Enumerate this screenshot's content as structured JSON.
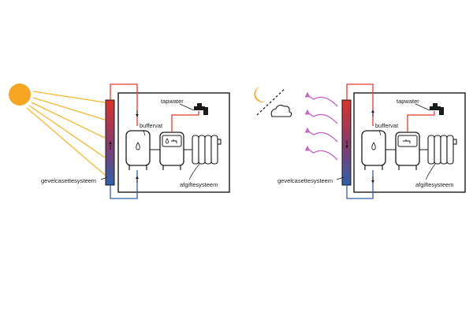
{
  "labels": {
    "tapwater": "tapwater",
    "buffervat": "buffervat",
    "gevelcasettesysteem": "gevelcasettesysteem",
    "afgiftesysteem": "afgiftesysteem"
  },
  "colors": {
    "sun": "#f5a623",
    "sun_rays": "#f5b731",
    "moon": "#f5a623",
    "hot_pipe": "#e03a2f",
    "cold_pipe": "#2f5fa8",
    "outline": "#1a1a1a",
    "heat_loss_arrows": "#c36ac8",
    "facade_top": "#d9342b",
    "facade_bottom": "#2f5fa8"
  },
  "scenes": [
    {
      "id": "day",
      "condition_icon": "sun-icon"
    },
    {
      "id": "night",
      "condition_icon": "moon-icon"
    }
  ]
}
